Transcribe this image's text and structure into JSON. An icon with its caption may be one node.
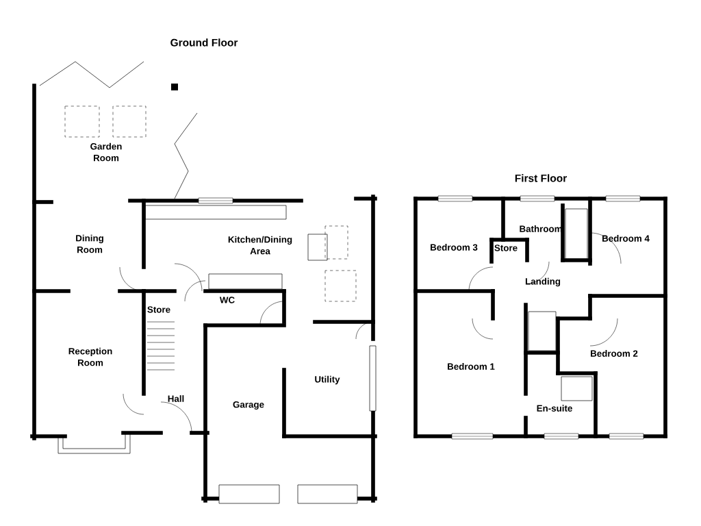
{
  "diagram": {
    "labels": [
      "Ground Floor",
      "First Floor",
      "Garden Room",
      "Dining Room",
      "Kitchen/Dining Area",
      "Reception Room",
      "Store",
      "WC",
      "Hall",
      "Garage",
      "Utility",
      "Bedroom 3",
      "Store",
      "Bathroom",
      "Bedroom 4",
      "Landing",
      "Bedroom 1",
      "Bedroom 2",
      "En-suite"
    ]
  }
}
